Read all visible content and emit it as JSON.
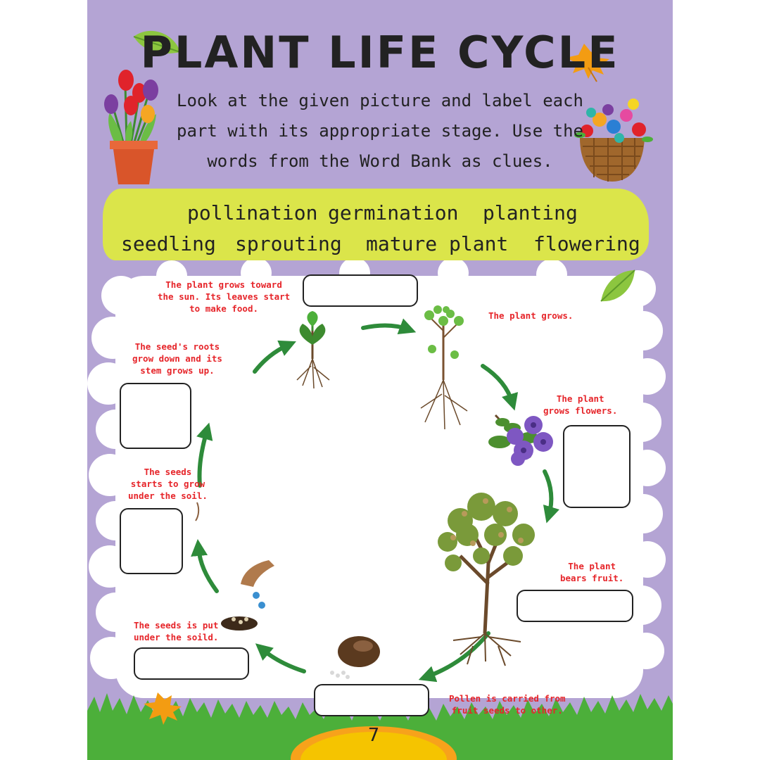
{
  "title": "PLANT LIFE CYCLE",
  "instructions": {
    "line1": "Look at the given picture and label each",
    "line2": "part with its appropriate stage. Use the",
    "line3": "words from the Word Bank as clues."
  },
  "word_bank": {
    "row1": [
      "pollination",
      "germination",
      "planting"
    ],
    "row2": [
      "seedling",
      "sprouting",
      "mature plant",
      "flowering"
    ]
  },
  "stages": {
    "grows_toward_sun": [
      "The plant grows toward",
      "the sun. Its leaves start",
      "to make food."
    ],
    "plant_grows": [
      "The plant grows."
    ],
    "roots_grow": [
      "The seed's roots",
      "grow down and its",
      "stem grows up."
    ],
    "grows_flowers": [
      "The plant",
      "grows flowers."
    ],
    "starts_to_grow": [
      "The seeds",
      "starts to grow",
      "under the soil."
    ],
    "bears_fruit": [
      "The plant",
      "bears fruit."
    ],
    "put_under_soil": [
      "The seeds is put",
      "under the soild."
    ],
    "pollen_carried": [
      "Pollen is carried from",
      "fruit seeds to other."
    ]
  },
  "page_number": "7",
  "colors": {
    "page_bg": "#b4a4d4",
    "word_bank_bg": "#dbe54a",
    "note_red": "#e6252a",
    "arrow_green": "#2e8b3a",
    "grass": "#4caf3a",
    "page_tab": "#f5c400"
  }
}
